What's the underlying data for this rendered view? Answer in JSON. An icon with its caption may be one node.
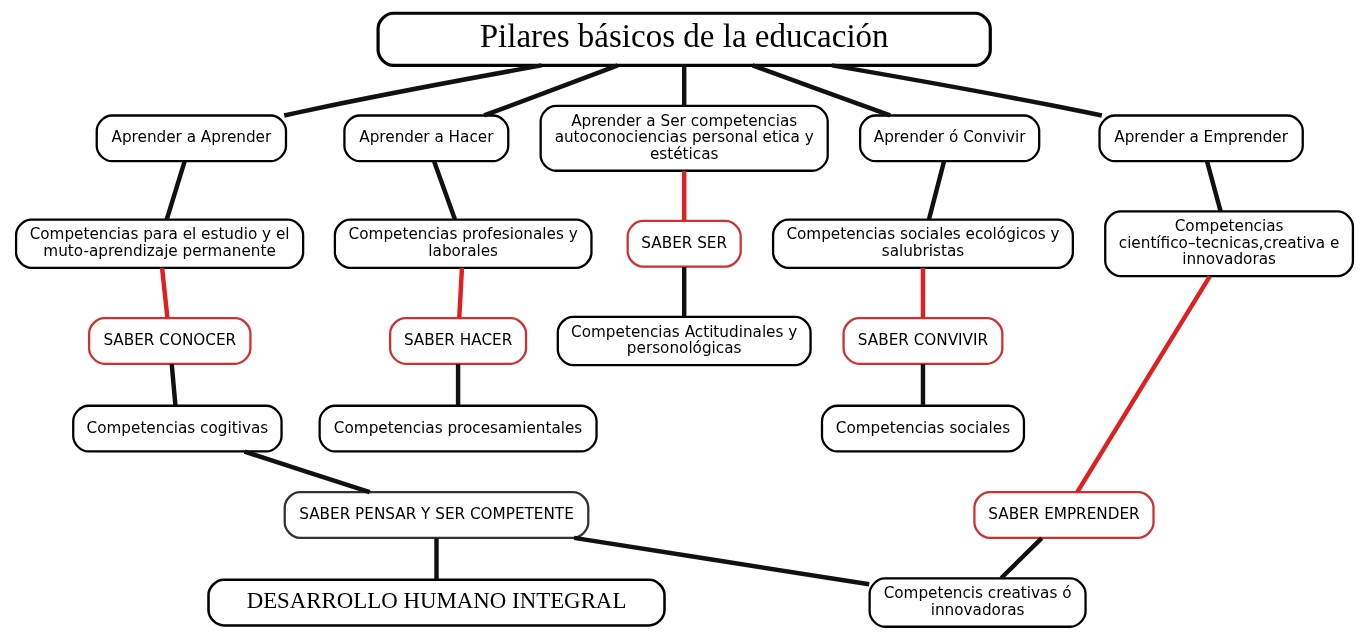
{
  "diagram": {
    "nodes": [
      {
        "text": [
          "Pilares básicos de la educación"
        ]
      },
      {
        "text": [
          "Aprender a Aprender"
        ]
      },
      {
        "text": [
          "Competencias para el estudio y el muto-aprendizaje permanente"
        ]
      },
      {
        "text": [
          "SABER CONOCER"
        ]
      },
      {
        "text": [
          "Competencias cogitivas"
        ]
      },
      {
        "text": [
          "Aprender a Hacer"
        ]
      },
      {
        "text": [
          "Competencias profesionales y laborales"
        ]
      },
      {
        "text": [
          "SABER HACER"
        ]
      },
      {
        "text": [
          "Competencias procesamientales"
        ]
      },
      {
        "text": [
          "Aprender a Ser competencias autoconociencias personal etica y estéticas"
        ]
      },
      {
        "text": [
          "SABER SER"
        ]
      },
      {
        "text": [
          "Competencias Actitudinales y personológicas"
        ]
      },
      {
        "text": [
          "Aprender ó Convivir"
        ]
      },
      {
        "text": [
          "Competencias sociales ecológicos y salubristas"
        ]
      },
      {
        "text": [
          "SABER CONVIVIR"
        ]
      },
      {
        "text": [
          "Competencias sociales"
        ]
      },
      {
        "text": [
          "Aprender a Emprender"
        ]
      },
      {
        "text": [
          "Competencias científico–tecnicas,creativa e innovadoras"
        ]
      },
      {
        "text": [
          "SABER EMPRENDER"
        ]
      },
      {
        "text": [
          "Competencis creativas ó innovadoras"
        ]
      },
      {
        "text": [
          "SABER PENSAR Y SER COMPETENTE"
        ]
      },
      {
        "text": [
          "DESARROLLO HUMANO INTEGRAL"
        ]
      }
    ],
    "edges": [
      {
        "from": 0,
        "to": 1,
        "arrow": "none"
      },
      {
        "from": 1,
        "to": 2,
        "arrow": "none"
      },
      {
        "from": 2,
        "to": 3,
        "arrow": "none",
        "color": "#e02020"
      },
      {
        "from": 3,
        "to": 4,
        "arrow": "none"
      },
      {
        "from": 0,
        "to": 5,
        "arrow": "none"
      },
      {
        "from": 5,
        "to": 6,
        "arrow": "none"
      },
      {
        "from": 6,
        "to": 7,
        "arrow": "none",
        "color": "#e02020"
      },
      {
        "from": 7,
        "to": 8,
        "arrow": "none"
      },
      {
        "from": 0,
        "to": 9,
        "arrow": "none"
      },
      {
        "from": 9,
        "to": 10,
        "arrow": "none",
        "color": "#e02020"
      },
      {
        "from": 10,
        "to": 11,
        "arrow": "none"
      },
      {
        "from": 0,
        "to": 12,
        "arrow": "none"
      },
      {
        "from": 12,
        "to": 13,
        "arrow": "none"
      },
      {
        "from": 13,
        "to": 14,
        "arrow": "none",
        "color": "#e02020"
      },
      {
        "from": 14,
        "to": 15,
        "arrow": "none"
      },
      {
        "from": 0,
        "to": 16,
        "arrow": "none"
      },
      {
        "from": 16,
        "to": 17,
        "arrow": "none"
      },
      {
        "from": 17,
        "to": 18,
        "arrow": "none",
        "color": "#e02020"
      },
      {
        "from": 18,
        "to": 19,
        "arrow": "none"
      },
      {
        "from": 4,
        "to": 20,
        "arrow": "none"
      },
      {
        "from": 20,
        "to": 19,
        "arrow": "none"
      },
      {
        "from": 20,
        "to": 21,
        "arrow": "none"
      }
    ]
  }
}
